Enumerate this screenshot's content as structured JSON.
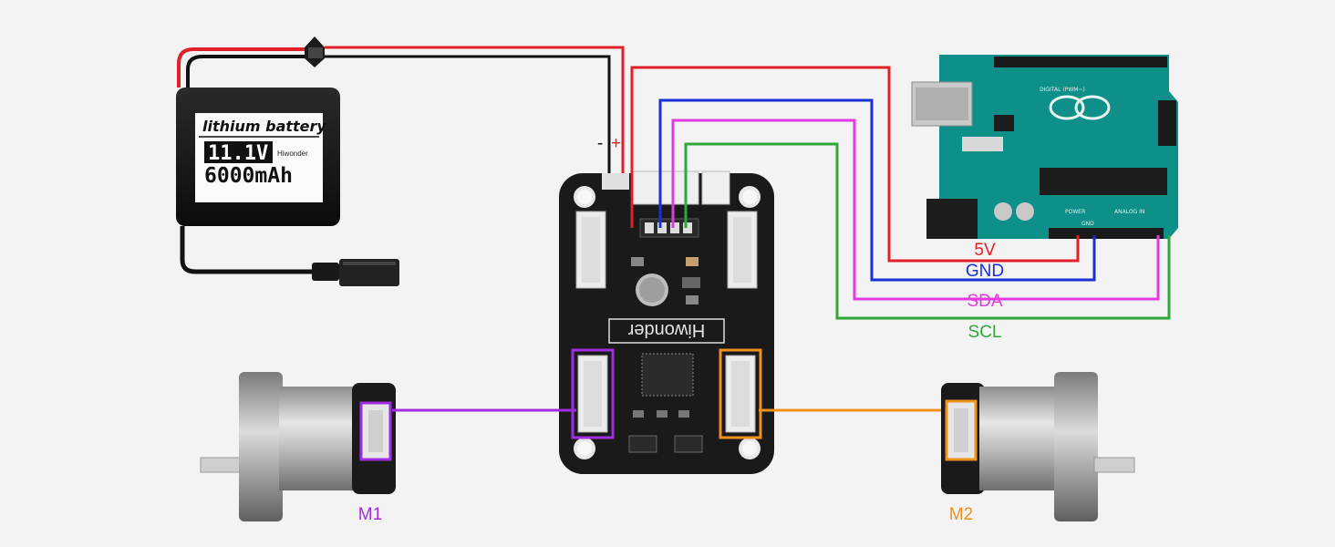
{
  "battery": {
    "title": "lithium battery",
    "voltage": "11.1V",
    "brand": "Hiwonder",
    "capacity": "6000mAh"
  },
  "power_terminals": {
    "minus": "-",
    "plus": "+"
  },
  "board": {
    "brand": "Hiwonder"
  },
  "arduino": {
    "silk_digital": "DIGITAL (PWM~)",
    "silk_power": "POWER",
    "silk_analog": "ANALOG IN",
    "silk_gnd": "GND"
  },
  "wires": [
    {
      "label": "5V",
      "color": "#e0202a"
    },
    {
      "label": "GND",
      "color": "#1a2fd6"
    },
    {
      "label": "SDA",
      "color": "#e23ae0"
    },
    {
      "label": "SCL",
      "color": "#2fa83a"
    }
  ],
  "motors": [
    {
      "label": "M1",
      "color": "#a02ee0"
    },
    {
      "label": "M2",
      "color": "#f0901e"
    }
  ],
  "colors": {
    "battery_red": "#e0202a",
    "battery_black": "#111111",
    "arduino_teal": "#0f8f8a",
    "board_black": "#1a1a1a"
  }
}
